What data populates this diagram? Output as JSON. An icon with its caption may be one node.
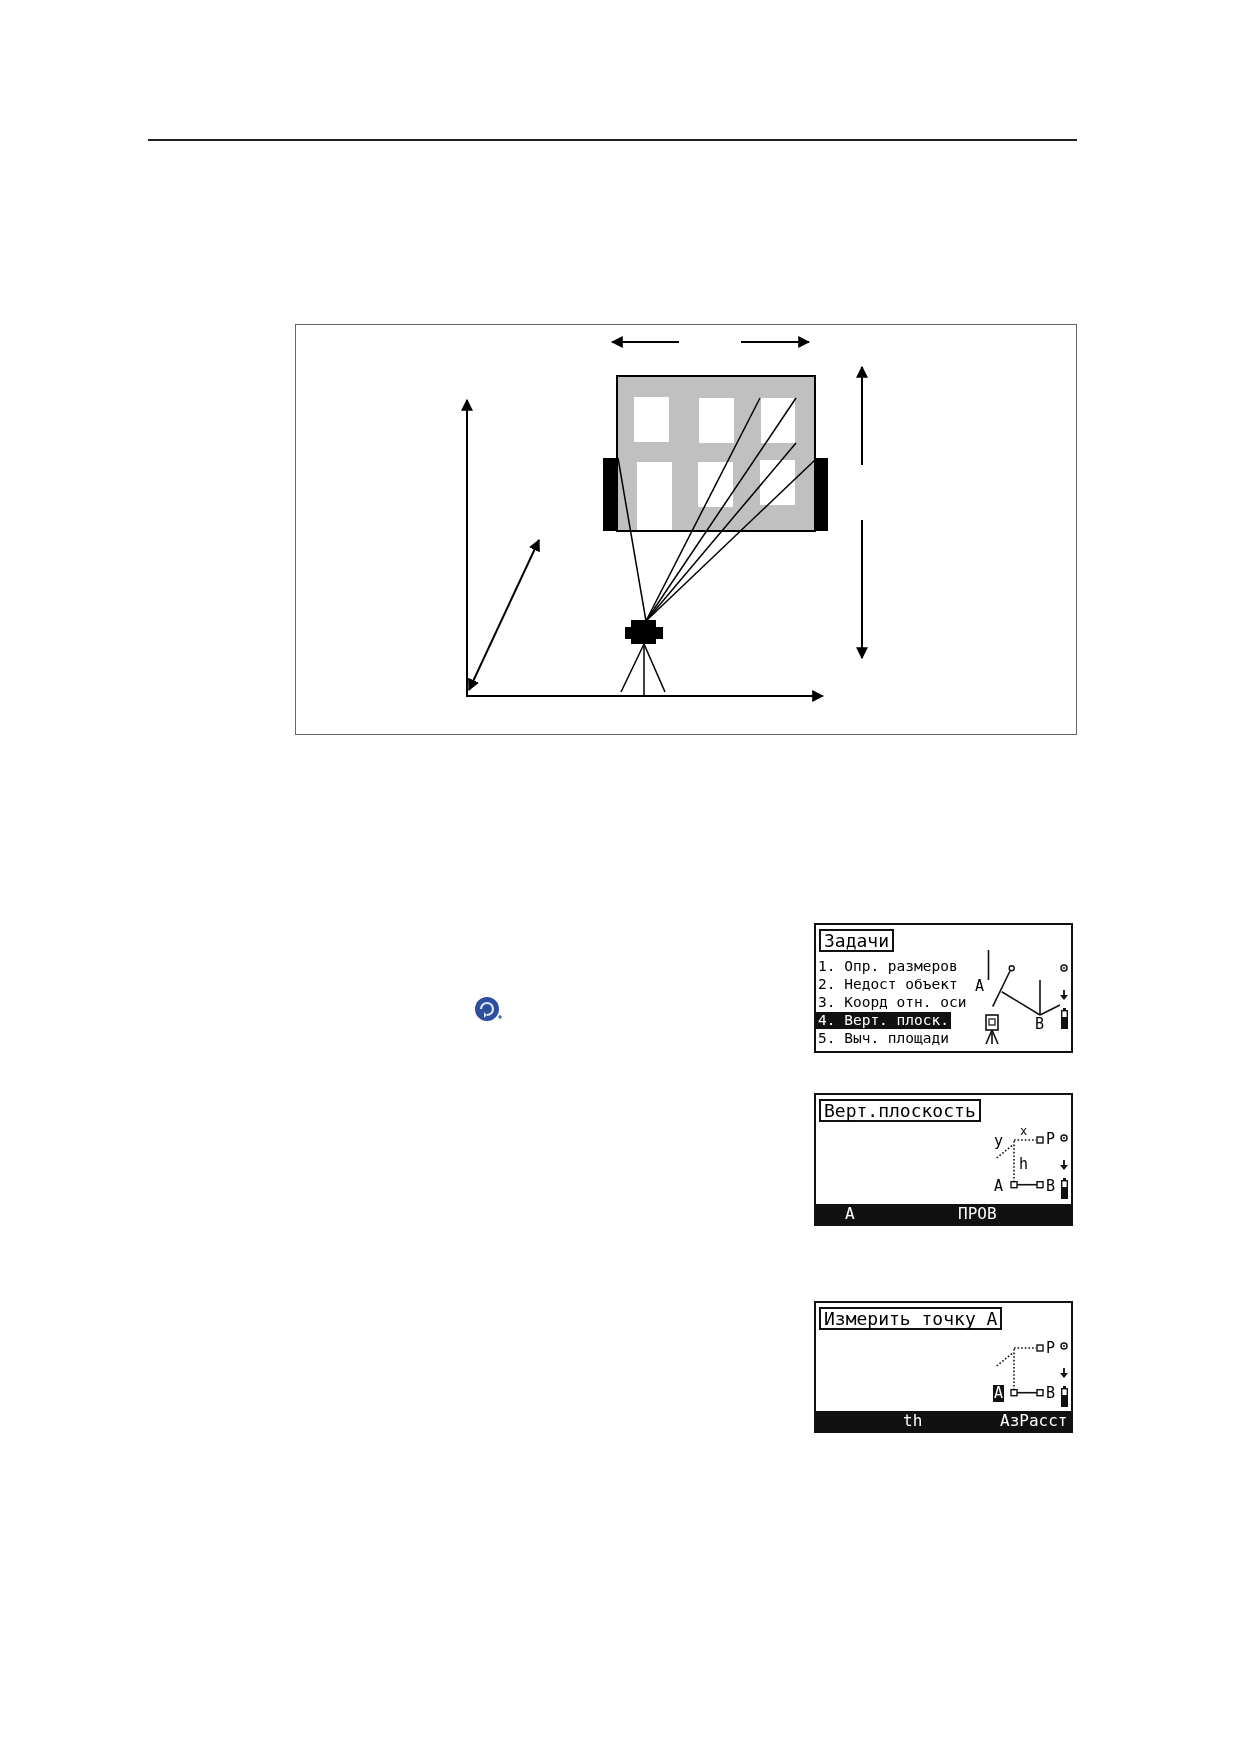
{
  "diagram": {
    "nodes": [
      {
        "text": [
          "Задачи",
          "1. Опр. размеров",
          "2. Недост объект",
          "3. Коорд отн. оси",
          "4. Верт. плоск.",
          "5. Выч. площади"
        ]
      },
      {
        "text": [
          "Верт.плоскость"
        ]
      },
      {
        "text": [
          "A",
          "ПРОВ"
        ],
        "in": 1
      },
      {
        "text": [
          "Измерить точку A"
        ]
      },
      {
        "text": [
          "th",
          "АзРасст"
        ],
        "in": 3
      }
    ],
    "labels": [
      "A",
      "B",
      "x",
      "y",
      "P",
      "h",
      "A",
      "B",
      "P",
      "A",
      "B"
    ]
  }
}
